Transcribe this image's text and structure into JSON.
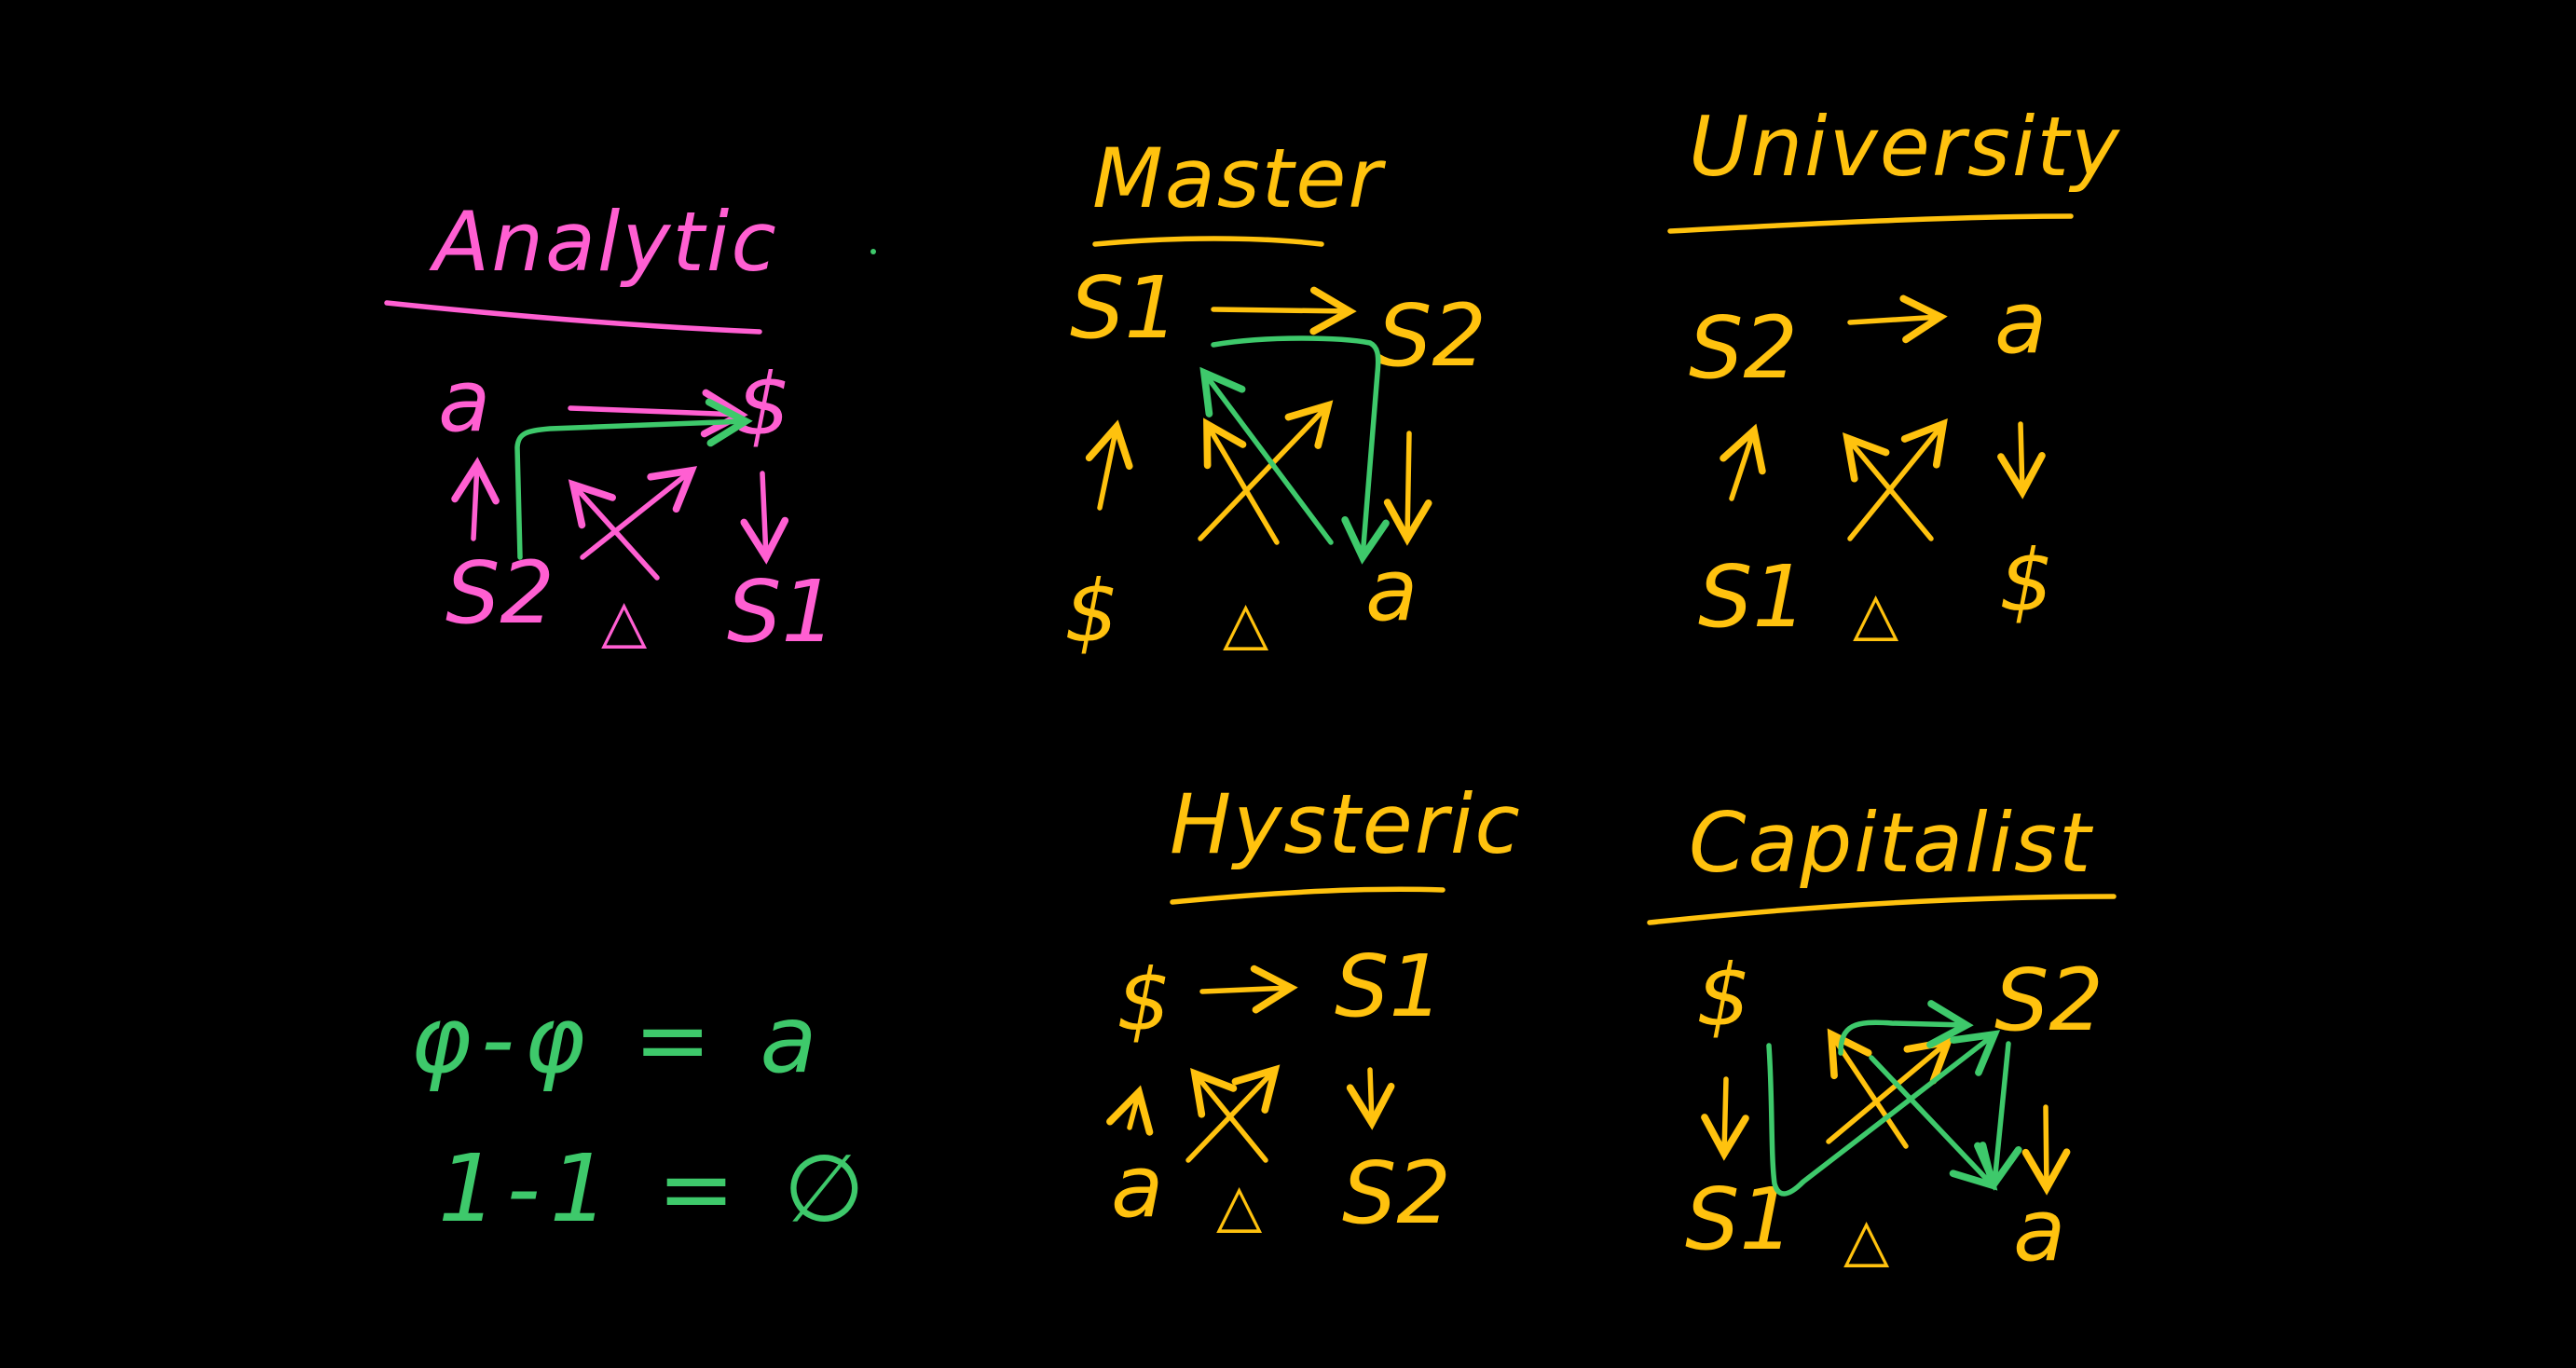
{
  "colors": {
    "background": "#000000",
    "analytic": "#ff5fd2",
    "discourse": "#ffc20e",
    "connector": "#3ec96b"
  },
  "discourses": {
    "analytic": {
      "title": "Analytic",
      "top_left": "a",
      "top_right": "$",
      "bottom_left": "S2",
      "bottom_mid": "△",
      "bottom_right": "S1"
    },
    "master": {
      "title": "Master",
      "top_left": "S1",
      "top_right": "S2",
      "bottom_left": "$",
      "bottom_mid": "△",
      "bottom_right": "a"
    },
    "university": {
      "title": "University",
      "top_left": "S2",
      "top_right": "a",
      "bottom_left": "S1",
      "bottom_mid": "△",
      "bottom_right": "$"
    },
    "hysteric": {
      "title": "Hysteric",
      "top_left": "$",
      "top_right": "S1",
      "bottom_left": "a",
      "bottom_mid": "△",
      "bottom_right": "S2"
    },
    "capitalist": {
      "title": "Capitalist",
      "top_left": "$",
      "top_right": "S2",
      "bottom_left": "S1",
      "bottom_mid": "△",
      "bottom_right": "a"
    }
  },
  "equations": {
    "line1": "φ-φ = a",
    "line2": "1-1 = ∅"
  }
}
